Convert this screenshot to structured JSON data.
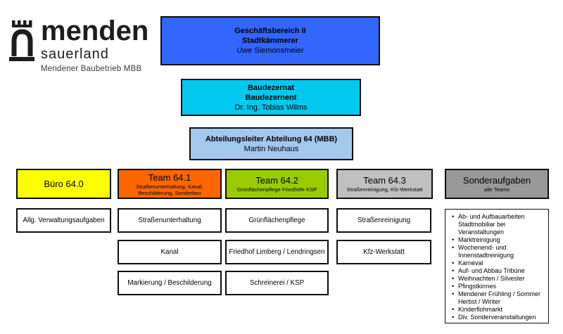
{
  "logo": {
    "wordmark": "menden",
    "region": "sauerland",
    "org": "Mendener Baubetrieb MBB",
    "icon": "castle-gate-icon"
  },
  "colors": {
    "level1": "#3366ff",
    "level2": "#00c8ef",
    "level3": "#a3c8ee",
    "team0": "#ffff00",
    "team1": "#ff6600",
    "team2": "#99cc00",
    "team3": "#c0c0c0",
    "team4": "#999999"
  },
  "hierarchy": {
    "level1": {
      "line1": "Geschäftsbereich II",
      "line2": "Stadtkämmerer",
      "person": "Uwe Siemonsmeier"
    },
    "level2": {
      "line1": "Baudezernat",
      "line2": "Baudezernent",
      "person": "Dr. Ing. Tobias Wilms"
    },
    "level3": {
      "line1": "Abteilungsleiter Abteilung 64 (MBB)",
      "person": "Martin Neuhaus"
    }
  },
  "teams": [
    {
      "name": "Büro 64.0",
      "subtitle": "",
      "tasks": [
        "Allg. Verwaltungsaufgaben"
      ]
    },
    {
      "name": "Team 64.1",
      "subtitle": "Straßenunterhaltung, Kanal, Beschilderung, Sonderbau",
      "tasks": [
        "Straßenunterhaltung",
        "Kanal",
        "Markierung / Beschilderung"
      ]
    },
    {
      "name": "Team 64.2",
      "subtitle": "Grünflächenpflege Friedhöfe KSP",
      "tasks": [
        "Grünflächenpflege",
        "Friedhof Limberg / Lendringsen",
        "Schreinerei / KSP"
      ]
    },
    {
      "name": "Team 64.3",
      "subtitle": "Straßenreinigung,  Kfz-Werkstatt",
      "tasks": [
        "Straßenreinigung",
        "Kfz-Werkstatt"
      ]
    },
    {
      "name": "Sonderaufgaben",
      "subtitle": "alle Teams",
      "list": [
        "Ab- und Aufbauarbeiten Stadtmobiliar bei Veranstaltungen",
        "Marktreinigung",
        "Wochenend- und Innenstadtreinigung",
        "Karneval",
        "Auf- und Abbau Tribüne",
        "Weihnachten / Silvester",
        "Pfingstkirmes",
        "Mendener Frühling / Sommer Herbst / Winter",
        "Kinderflohmarkt",
        "Div. Sonderveranstaltungen"
      ]
    }
  ]
}
